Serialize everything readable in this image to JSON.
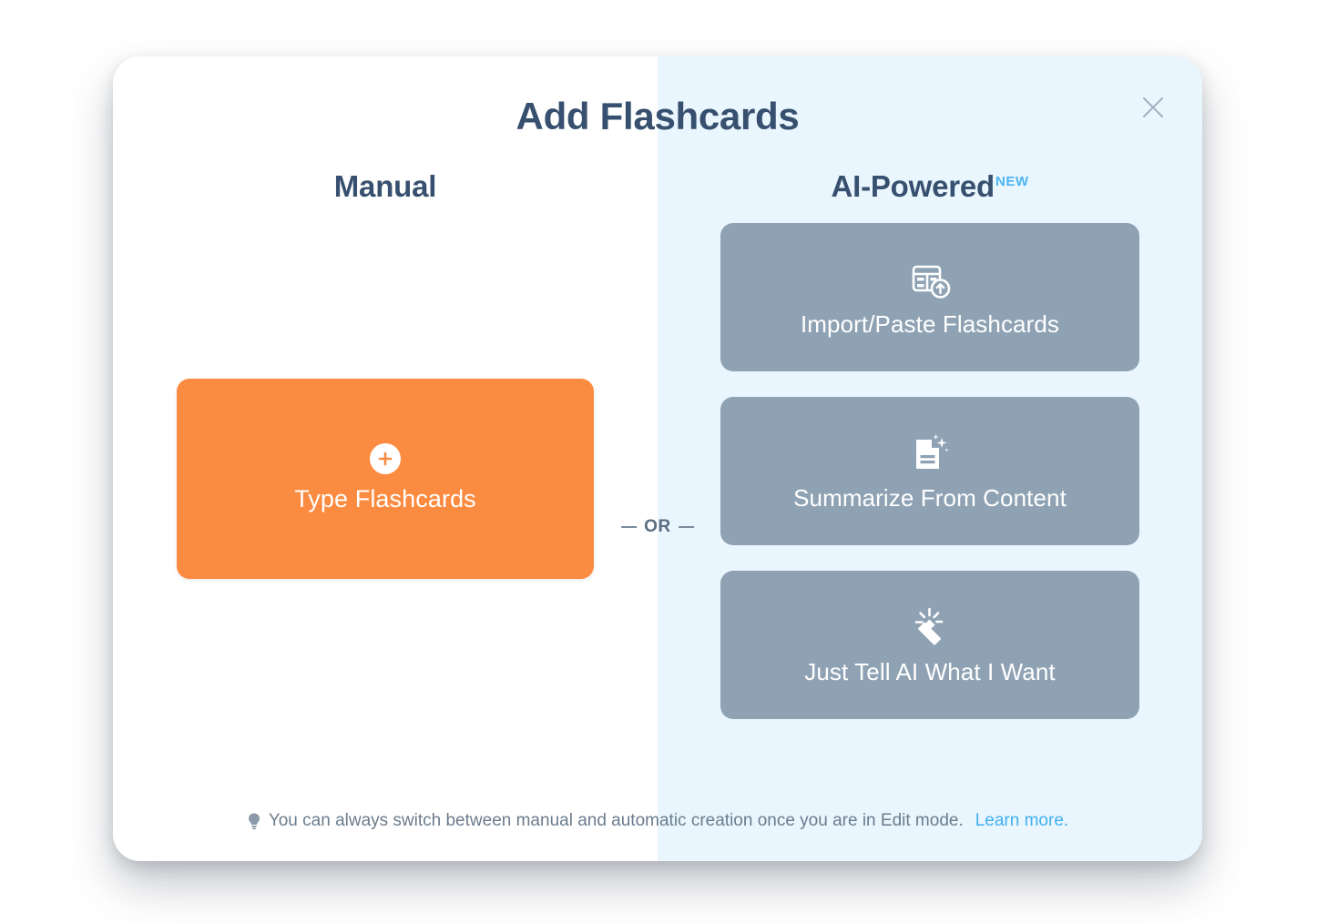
{
  "modal": {
    "title": "Add Flashcards",
    "close_icon": "close-icon"
  },
  "columns": {
    "manual": {
      "heading": "Manual",
      "button": {
        "label": "Type Flashcards",
        "icon": "plus-circle-icon",
        "color": "#fb8b40"
      }
    },
    "ai": {
      "heading": "AI-Powered",
      "badge": "NEW",
      "badge_color": "#4db4f0",
      "buttons": [
        {
          "label": "Import/Paste Flashcards",
          "icon": "table-upload-icon"
        },
        {
          "label": "Summarize From Content",
          "icon": "document-sparkle-icon"
        },
        {
          "label": "Just Tell AI What I Want",
          "icon": "magic-wand-icon"
        }
      ],
      "button_color": "#8fa2b4",
      "panel_color": "#eaf6fe"
    }
  },
  "divider": {
    "label": "OR"
  },
  "footer": {
    "icon": "lightbulb-icon",
    "text": "You can always switch between manual and automatic creation once you are in Edit mode.",
    "link": "Learn more."
  },
  "theme": {
    "heading_color": "#37506f",
    "accent_orange": "#fb8b40",
    "accent_blue": "#3fb0ef"
  }
}
